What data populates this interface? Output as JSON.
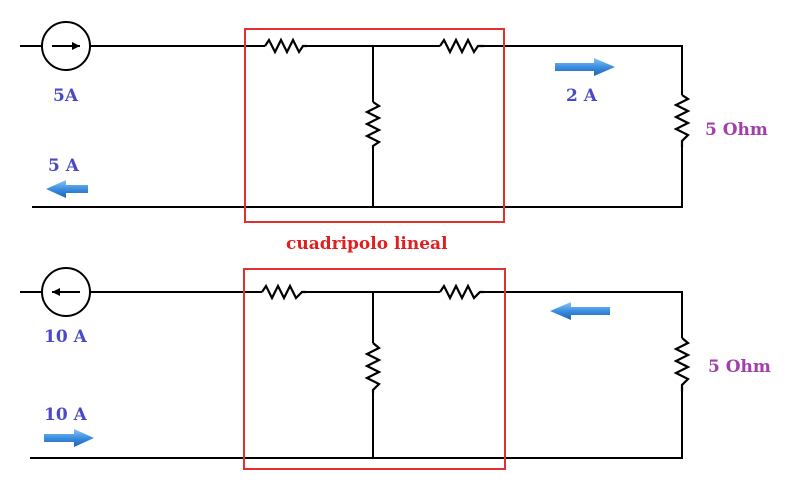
{
  "colors": {
    "label_current": "#4a4ac8",
    "label_resistor": "#a040a8",
    "label_quadripole": "#e02020",
    "arrow_fill": "#3b8fe0"
  },
  "top_circuit": {
    "source_label": "5A",
    "return_label": "5 A",
    "load_current_label": "2 A",
    "load_label": "5 Ohm",
    "source_icon": "current-source-arrow-right-icon"
  },
  "quadripole_label": "cuadripolo lineal",
  "bottom_circuit": {
    "source_label": "10 A",
    "return_label": "10 A",
    "load_label": "5 Ohm",
    "source_icon": "current-source-arrow-left-icon"
  }
}
